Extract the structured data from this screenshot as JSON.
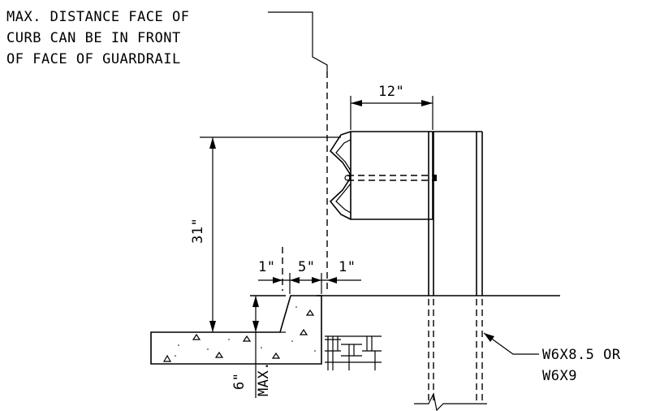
{
  "note_lines": [
    "MAX. DISTANCE FACE OF",
    "CURB CAN BE IN FRONT",
    "OF FACE OF GUARDRAIL"
  ],
  "dimensions": {
    "top_width": "12\"",
    "rail_height": "31\"",
    "offset_left": "1\"",
    "curb_top": "5\"",
    "offset_right": "1\"",
    "curb_height": "6\"",
    "curb_height_qualifier": "MAX."
  },
  "post_label_lines": [
    "W6X8.5 OR",
    "W6X9"
  ]
}
